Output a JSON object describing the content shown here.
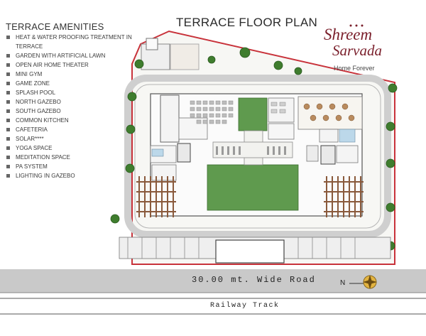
{
  "plan_title": "TERRACE FLOOR PLAN",
  "amenities": {
    "heading": "TERRACE AMENITIES",
    "items": [
      "HEAT & WATER PROOFING TREATMENT IN TERRACE",
      "GARDEN WITH ARTIFICIAL LAWN",
      "OPEN AIR HOME THEATER",
      "MINI GYM",
      "GAME ZONE",
      "SPLASH POOL",
      "NORTH GAZEBO",
      "SOUTH GAZEBO",
      "COMMON KITCHEN",
      "CAFETERIA",
      "SOLAR****",
      "YOGA SPACE",
      "MEDITATION SPACE",
      "PA SYSTEM",
      "LIGHTING IN GAZEBO"
    ]
  },
  "logo": {
    "line1": "Shreem",
    "line2": "Sarvada",
    "tagline": "Home Forever",
    "color": "#7a1f2b"
  },
  "road_label": "30.00 mt. Wide Road",
  "railway_label": "Railway Track",
  "north_label": "N",
  "colors": {
    "lawn": "#5f9a4e",
    "boundary": "#c8323a",
    "road": "#c9c9c9",
    "pergola": "#8a5a3c",
    "tree": "#3f7d2e"
  }
}
